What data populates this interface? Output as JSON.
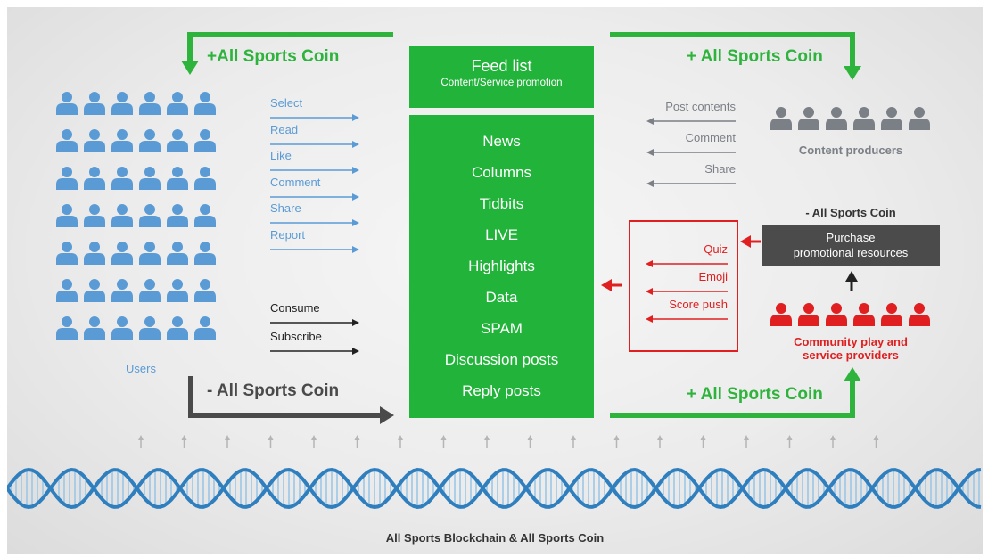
{
  "top_left_coin": "+All Sports Coin",
  "top_right_coin": "+ All Sports Coin",
  "bottom_left_coin": "- All Sports Coin",
  "bottom_right_coin": "+ All Sports Coin",
  "purchase_coin": "- All Sports Coin",
  "feed": {
    "title": "Feed list",
    "subtitle": "Content/Service promotion",
    "items": [
      "News",
      "Columns",
      "Tidbits",
      "LIVE",
      "Highlights",
      "Data",
      "SPAM",
      "Discussion posts",
      "Reply posts"
    ]
  },
  "users": {
    "label": "Users",
    "actions": [
      "Select",
      "Read",
      "Like",
      "Comment",
      "Share",
      "Report"
    ],
    "consume_actions": [
      "Consume",
      "Subscribe"
    ]
  },
  "producers": {
    "label": "Content producers",
    "actions": [
      "Post contents",
      "Comment",
      "Share"
    ]
  },
  "community": {
    "label_line1": "Community play and",
    "label_line2": "service providers",
    "actions": [
      "Quiz",
      "Emoji",
      "Score push"
    ],
    "purchase_line1": "Purchase",
    "purchase_line2": "promotional resources"
  },
  "footer": "All Sports Blockchain & All Sports Coin",
  "colors": {
    "green": "#22b33a",
    "users_blue": "#5b9bd5",
    "producers_gray": "#7b7f86",
    "community_red": "#e02020",
    "dark_gray": "#4b4b4b",
    "dna_blue": "#2f7fbf"
  }
}
